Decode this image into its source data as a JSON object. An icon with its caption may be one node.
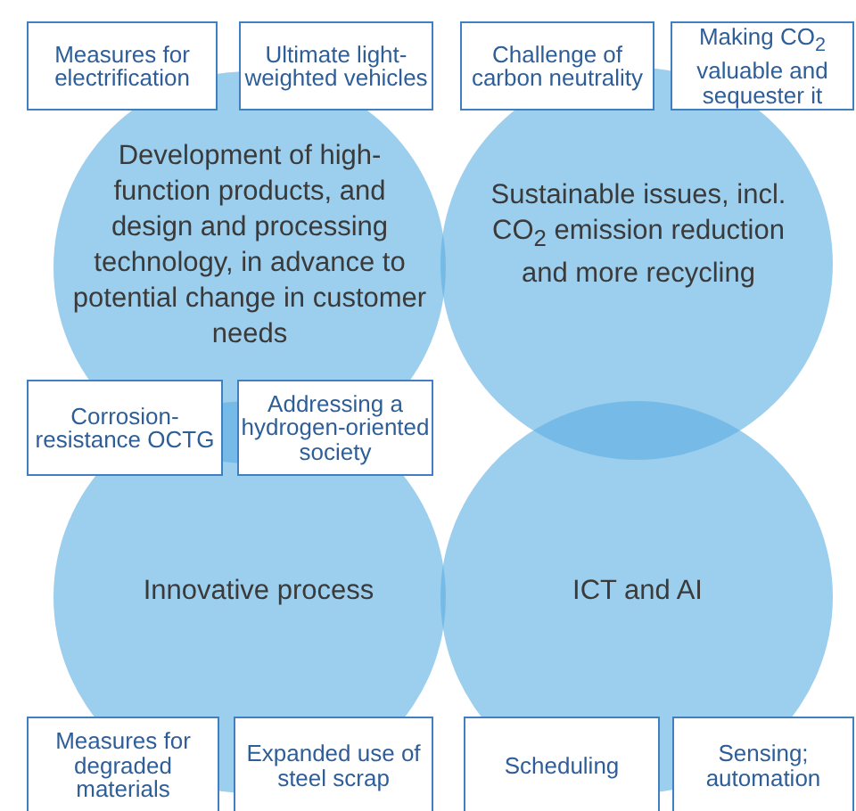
{
  "diagram": {
    "nodes": [
      {
        "text": [
          "Measures for electrification"
        ]
      },
      {
        "text": [
          "Ultimate light-weighted vehicles"
        ]
      },
      {
        "text": [
          "Challenge of carbon neutrality"
        ]
      },
      {
        "text": [
          "Making CO$_{2}$ valuable and sequester it"
        ]
      },
      {
        "text": [
          "Development of high-function products, and design and processing technology, in advance to potential change in customer needs"
        ]
      },
      {
        "text": [
          "Sustainable issues, incl. CO$_{2}$ emission reduction and more recycling"
        ]
      },
      {
        "text": [
          "Corrosion-resistance OCTG"
        ]
      },
      {
        "text": [
          "Addressing a hydrogen-oriented society"
        ]
      },
      {
        "text": [
          "Innovative process"
        ]
      },
      {
        "text": [
          "ICT and AI"
        ]
      },
      {
        "text": [
          "Measures for degraded materials"
        ]
      },
      {
        "text": [
          "Expanded use of steel scrap"
        ]
      },
      {
        "text": [
          "Scheduling"
        ]
      },
      {
        "text": [
          "Sensing; automation"
        ]
      }
    ]
  }
}
